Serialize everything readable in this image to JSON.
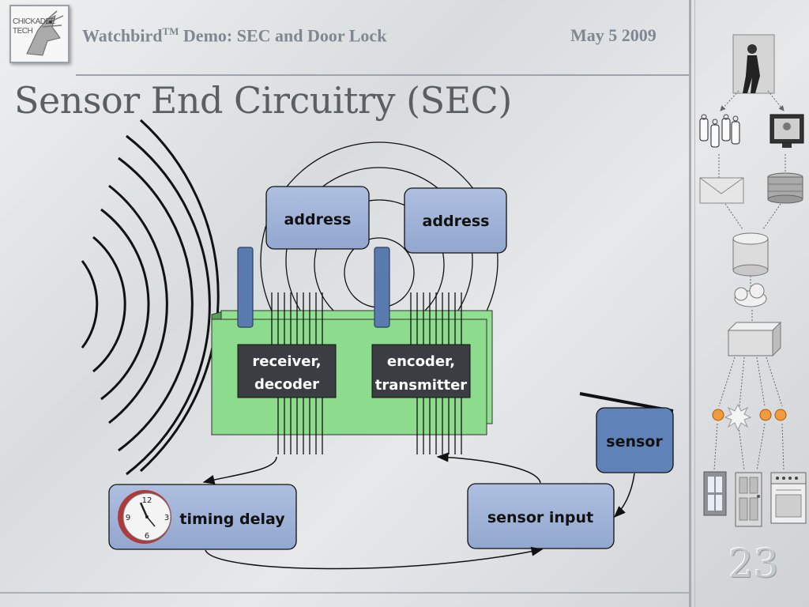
{
  "header": {
    "logo_line1": "CHICKADEE",
    "logo_line2": "TECH",
    "title_main": "Watchbird",
    "title_tm": "TM",
    "title_rest": " Demo: SEC and Door Lock",
    "date": "May 5 2009"
  },
  "slide": {
    "title": "Sensor End Circuitry (SEC)",
    "page_number": "23"
  },
  "diagram": {
    "address_left": "address",
    "address_right": "address",
    "receiver_line1": "receiver,",
    "receiver_line2": "decoder",
    "encoder_line1": "encoder,",
    "encoder_line2": "transmitter",
    "sensor": "sensor",
    "sensor_input": "sensor input",
    "timing_delay": "timing delay",
    "clock_12": "12",
    "clock_3": "3",
    "clock_6": "6",
    "clock_9": "9"
  },
  "colors": {
    "box_fill": "#9fb3d6",
    "chip_fill": "#3a3e43",
    "board_fill": "#90e090",
    "sensor_fill": "#5f82b8",
    "antenna_fill": "#5a7bae"
  }
}
